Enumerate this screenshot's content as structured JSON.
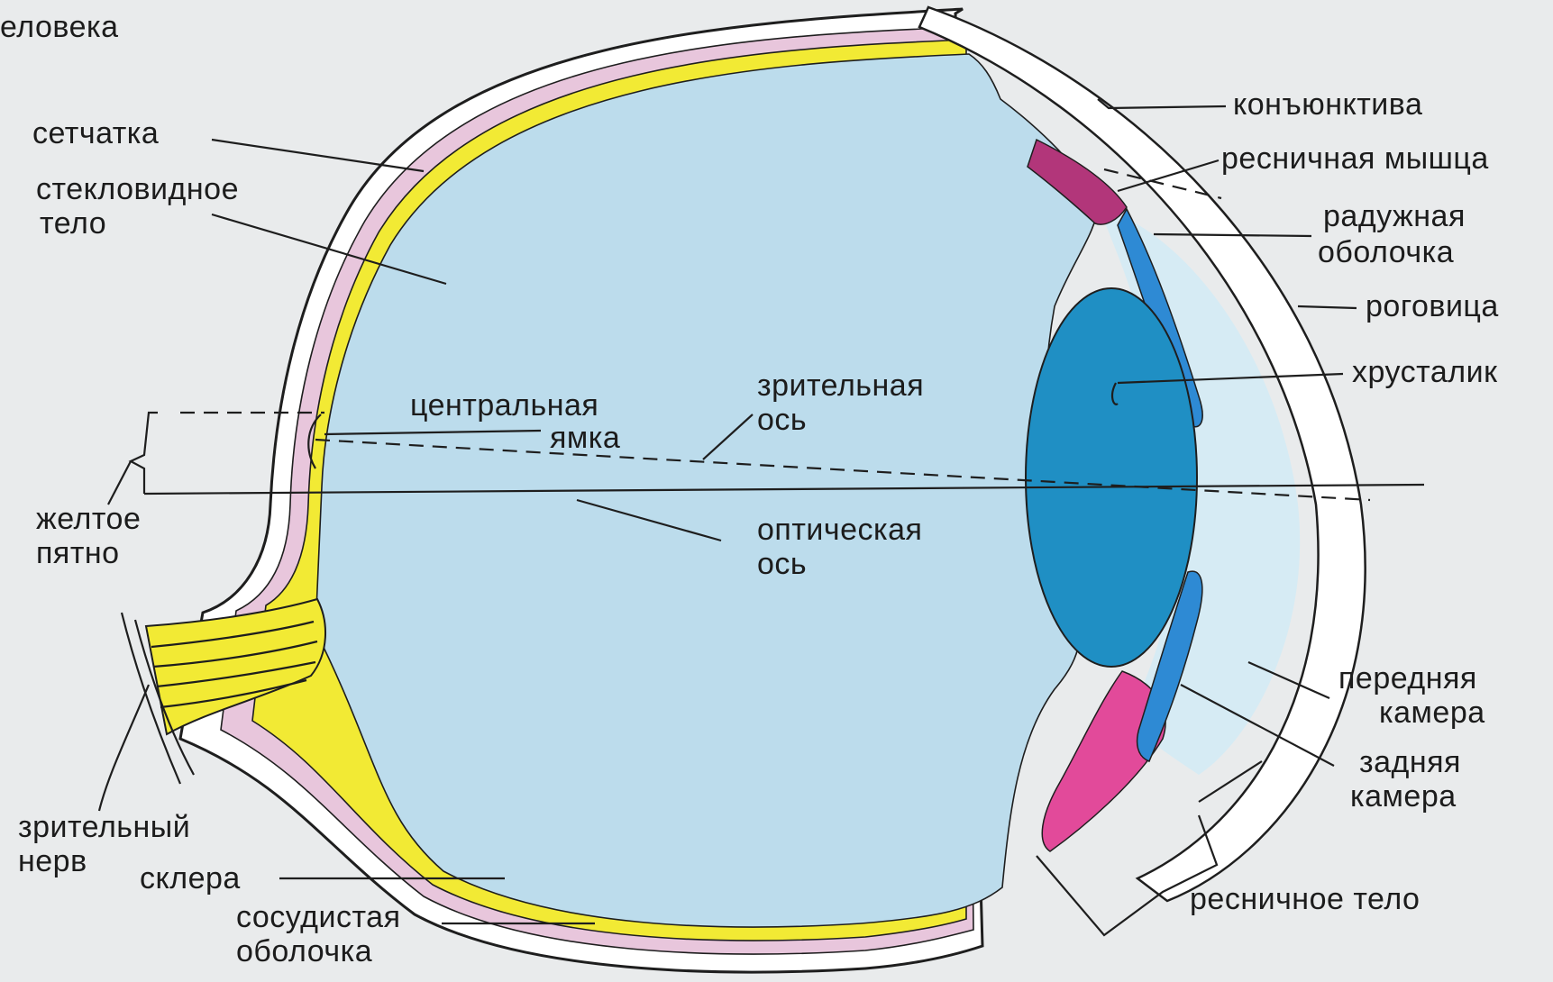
{
  "caption_fragment": "еловека",
  "labels": {
    "retina": "сетчатка",
    "vitreous_1": "стекловидное",
    "vitreous_2": "тело",
    "fovea_1": "центральная",
    "fovea_2": "ямка",
    "visual_axis_1": "зрительная",
    "visual_axis_2": "ось",
    "optical_axis_1": "оптическая",
    "optical_axis_2": "ось",
    "macula_1": "желтое",
    "macula_2": "пятно",
    "optic_nerve_1": "зрительный",
    "optic_nerve_2": "нерв",
    "sclera": "склера",
    "choroid_1": "сосудистая",
    "choroid_2": "оболочка",
    "conjunctiva": "конъюнктива",
    "ciliary_muscle": "ресничная мышца",
    "iris_1": "радужная",
    "iris_2": "оболочка",
    "cornea": "роговица",
    "lens": "хрусталик",
    "anterior_chamber_1": "передняя",
    "anterior_chamber_2": "камера",
    "posterior_chamber_1": "задняя",
    "posterior_chamber_2": "камера",
    "ciliary_body": "ресничное тело"
  },
  "colors": {
    "background": "#e9ebec",
    "eyeball_fill": "#bcdcec",
    "sclera": "#ffffff",
    "choroid": "#e8c6dc",
    "retina": "#f2ea34",
    "lens": "#1f8fc4",
    "iris": "#2e8ad4",
    "ciliary_muscle": "#b2367a",
    "ciliary_body": "#e24a9a",
    "anterior_chamber": "#d6ebf4",
    "outline": "#1e1e1e"
  }
}
